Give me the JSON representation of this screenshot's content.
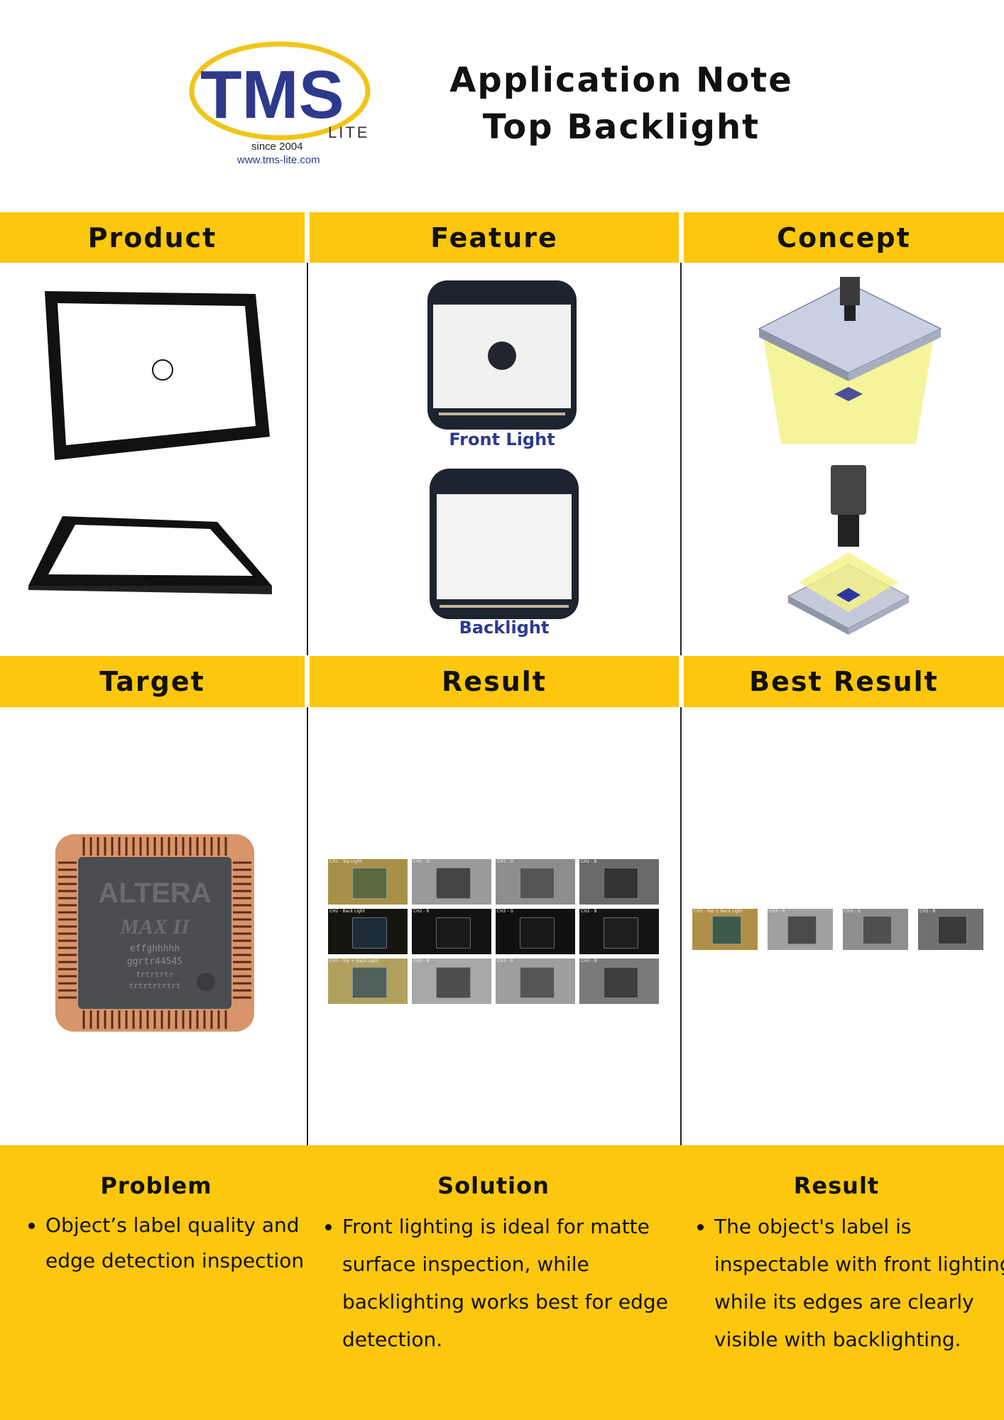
{
  "header": {
    "logo": {
      "brand": "TMS",
      "sub": "LITE",
      "since": "since 2004",
      "url": "www.tms-lite.com"
    },
    "title_line1": "Application Note",
    "title_line2": "Top Backlight"
  },
  "sections": {
    "product": "Product",
    "feature": "Feature",
    "concept": "Concept",
    "target": "Target",
    "result": "Result",
    "best_result": "Best Result"
  },
  "feature_captions": {
    "front": "Front Light",
    "back": "Backlight"
  },
  "chip_label": {
    "line1": "ALTERA",
    "line2": "MAX II",
    "line3": "effghhhhh",
    "line4": "ggrtr44545",
    "line5": "trtrtrtr",
    "line6": "trtrtrtrtrt"
  },
  "result_tiles": [
    {
      "label": "CH1 - Top Light",
      "tone": "#a89048",
      "chip": "#5a6a40"
    },
    {
      "label": "CH1 - G",
      "tone": "#9a9a9a",
      "chip": "#444"
    },
    {
      "label": "CH1 - G",
      "tone": "#8d8d8d",
      "chip": "#555"
    },
    {
      "label": "CH1 - B",
      "tone": "#6a6a6a",
      "chip": "#333"
    },
    {
      "label": "CH2 - Back Light",
      "tone": "#151510",
      "chip": "#1c2a3a"
    },
    {
      "label": "CH2 - R",
      "tone": "#121212",
      "chip": "#1a1a1a"
    },
    {
      "label": "CH2 - G",
      "tone": "#101010",
      "chip": "#181818"
    },
    {
      "label": "CH2 - B",
      "tone": "#141414",
      "chip": "#1e1e1e"
    },
    {
      "label": "CH3 - Top + Back Light",
      "tone": "#b0a060",
      "chip": "#50605a"
    },
    {
      "label": "CH3 - R",
      "tone": "#a8a8a8",
      "chip": "#4e4e4e"
    },
    {
      "label": "CH3 - G",
      "tone": "#9e9e9e",
      "chip": "#555"
    },
    {
      "label": "CH3 - B",
      "tone": "#7a7a7a",
      "chip": "#3e3e3e"
    }
  ],
  "best_tiles": [
    {
      "label": "CH3 - Top + Back Light",
      "tone": "#b09048",
      "chip": "#3e5a4a"
    },
    {
      "label": "CH3 - R",
      "tone": "#a0a0a0",
      "chip": "#4a4a4a"
    },
    {
      "label": "CH3 - G",
      "tone": "#8e8e8e",
      "chip": "#505050"
    },
    {
      "label": "CH3 - B",
      "tone": "#707070",
      "chip": "#3a3a3a"
    }
  ],
  "bottom": {
    "problem": {
      "title": "Problem",
      "items": [
        "Object’s label quality and edge detection inspection"
      ]
    },
    "solution": {
      "title": "Solution",
      "items": [
        "Front lighting is ideal for matte surface inspection, while backlighting works best for edge detection."
      ]
    },
    "result": {
      "title": "Result",
      "items": [
        "The object's label is inspectable with front lighting, while its edges are clearly visible with backlighting."
      ]
    }
  },
  "colors": {
    "accent": "#fcc70c",
    "brand_blue": "#2d3a8c",
    "text": "#111111"
  }
}
